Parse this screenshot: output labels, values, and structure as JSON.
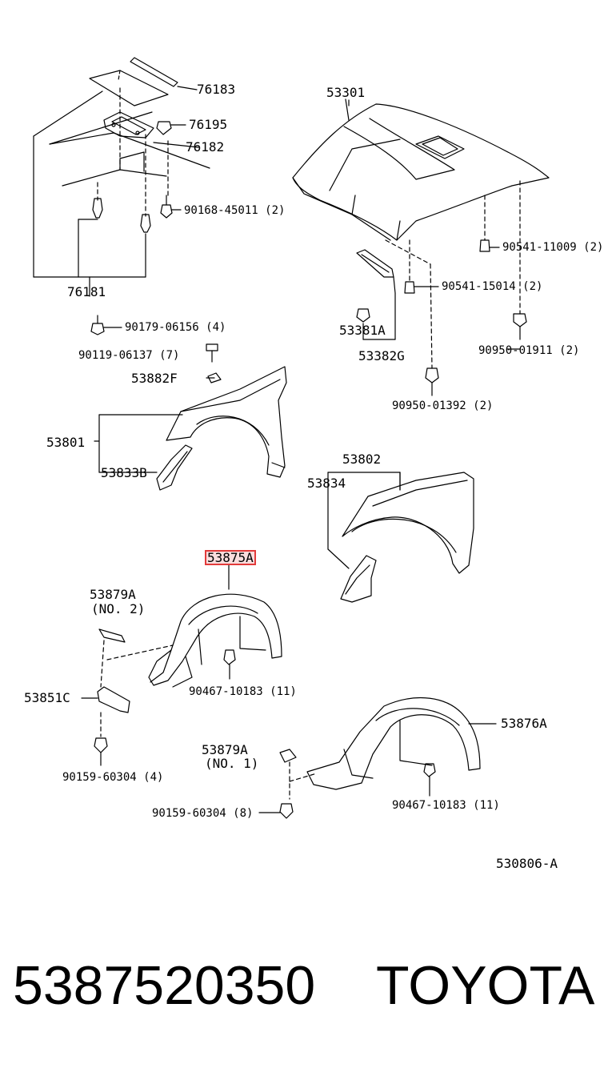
{
  "diagram": {
    "labels": {
      "p76183": "76183",
      "p76195": "76195",
      "p76182": "76182",
      "p90168": "90168-45011 (2)",
      "p76181": "76181",
      "p90179": "90179-06156 (4)",
      "p90119": "90119-06137 (7)",
      "p53882f": "53882F",
      "p53301": "53301",
      "p90541_11009": "90541-11009 (2)",
      "p90541_15014": "90541-15014 (2)",
      "p53381a": "53381A",
      "p53382g": "53382G",
      "p90950_01911": "90950-01911 (2)",
      "p90950_01392": "90950-01392 (2)",
      "p53801": "53801",
      "p53833b": "53833B",
      "p53802": "53802",
      "p53834": "53834",
      "p53875a": "53875A",
      "p53879a_no2": "53879A",
      "no2": "(NO. 2)",
      "p90467_a": "90467-10183 (11)",
      "p53851c": "53851C",
      "p90159_a": "90159-60304 (4)",
      "p53879a_no1": "53879A",
      "no1": "(NO. 1)",
      "p90159_b": "90159-60304 (8)",
      "p53876a": "53876A",
      "p90467_b": "90467-10183 (11)",
      "ref": "530806-A"
    },
    "highlighted_part": "53875A",
    "highlight_color": "#e23b3b"
  },
  "footer": {
    "part_number": "5387520350",
    "brand": "TOYOTA"
  }
}
